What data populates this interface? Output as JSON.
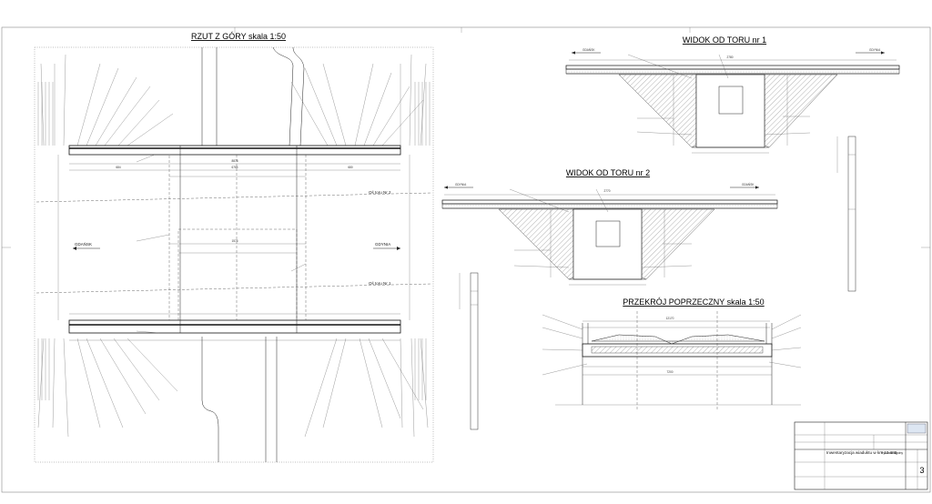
{
  "drawings": {
    "plan_title": "RZUT Z GÓRY skala 1:50",
    "view1_title": "WIDOK OD TORU nr 1",
    "view2_title": "WIDOK OD TORU nr 2",
    "section_title": "PRZEKRÓJ POPRZECZNY skala 1:50"
  },
  "plan_labels": {
    "left_dir": "GDAŃSK",
    "right_dir": "GDYNIA",
    "track2": "Oś toru Nr 2",
    "track1": "Oś toru Nr 1",
    "dim_top": "8878",
    "dim_mid": "6764",
    "dim_left": "684",
    "dim_right": "680",
    "dim_center": "1575"
  },
  "view1_labels": {
    "left_dir": "GDAŃSK",
    "right_dir": "GDYNIA",
    "dim": "2780"
  },
  "view2_labels": {
    "left_dir": "GDYNIA",
    "right_dir": "GDAŃSK",
    "dim": "2770"
  },
  "section_labels": {
    "dim_total": "12170",
    "dim_bottom": "7200"
  },
  "title_block": {
    "title": "Inwentaryzacja wiaduktu w km 10.180",
    "subtitle": "Rysunek ogólny",
    "sheet_no": "3"
  }
}
